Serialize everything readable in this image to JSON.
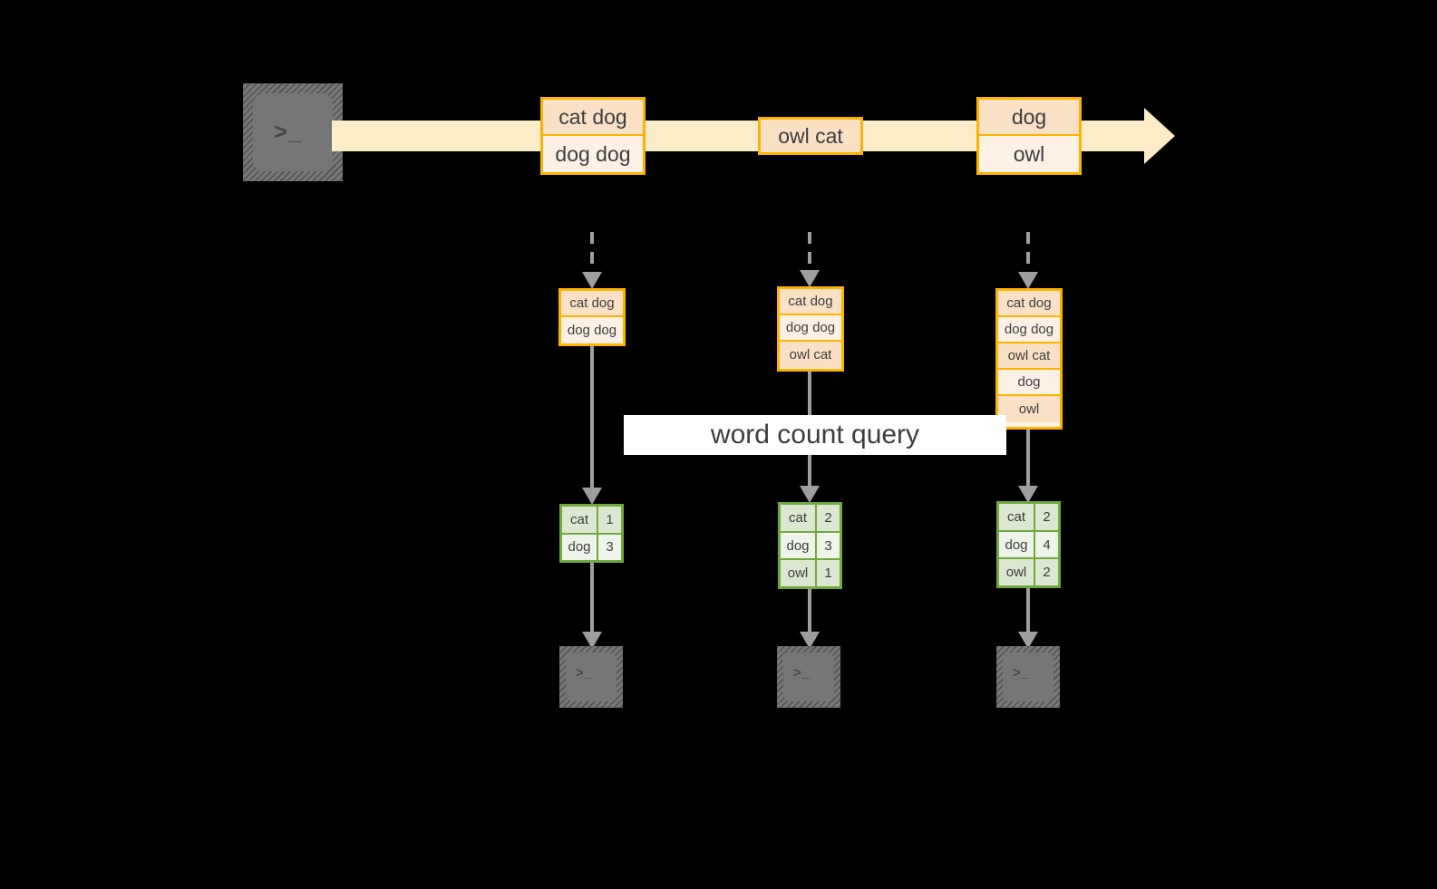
{
  "diagram": {
    "title_label": "word count query",
    "colors": {
      "background": "#000000",
      "stream_band": "#FDECC8",
      "record_border": "#FFB300",
      "record_fill_dark": "#FAE0C4",
      "record_fill_light": "#FDF1E6",
      "result_border": "#70A93C",
      "result_fill_dark": "#DCE7D2",
      "result_fill_light": "#EFF4EB",
      "arrow": "#9E9E9E",
      "terminal": "#767676",
      "text": "#3d3d3d",
      "label_background": "#FFFFFF"
    },
    "source": {
      "icon": "terminal-icon",
      "prompt_glyph": ">_"
    },
    "stream": {
      "records": [
        {
          "lines": [
            "cat dog",
            "dog dog"
          ]
        },
        {
          "lines": [
            "owl cat"
          ]
        },
        {
          "lines": [
            "dog",
            "owl"
          ]
        }
      ]
    },
    "snapshots": [
      {
        "name": "snapshot-1",
        "records": [
          "cat dog",
          "dog dog"
        ],
        "result_header": null,
        "result": [
          {
            "word": "cat",
            "count": "1"
          },
          {
            "word": "dog",
            "count": "3"
          }
        ],
        "sink_icon": "terminal-icon",
        "sink_prompt_glyph": ">_"
      },
      {
        "name": "snapshot-2",
        "records": [
          "cat dog",
          "dog dog",
          "owl cat"
        ],
        "result_header": null,
        "result": [
          {
            "word": "cat",
            "count": "2"
          },
          {
            "word": "dog",
            "count": "3"
          },
          {
            "word": "owl",
            "count": "1"
          }
        ],
        "sink_icon": "terminal-icon",
        "sink_prompt_glyph": ">_"
      },
      {
        "name": "snapshot-3",
        "records": [
          "cat dog",
          "dog dog",
          "owl cat",
          "dog",
          "owl"
        ],
        "result_header": null,
        "result": [
          {
            "word": "cat",
            "count": "2"
          },
          {
            "word": "dog",
            "count": "4"
          },
          {
            "word": "owl",
            "count": "2"
          }
        ],
        "sink_icon": "terminal-icon",
        "sink_prompt_glyph": ">_"
      }
    ]
  }
}
